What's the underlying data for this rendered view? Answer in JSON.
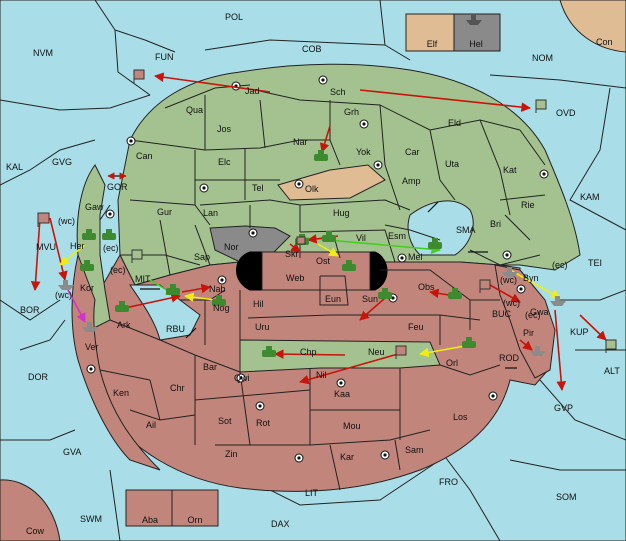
{
  "colors": {
    "sea": "#a9dde7",
    "green": "#a3c28f",
    "red": "#c2857c",
    "tan": "#e0bc95",
    "grey": "#8a8a8a",
    "line": "#222222",
    "arrow_red": "#c8140a",
    "arrow_yellow": "#f0ee10",
    "arrow_green": "#41d020",
    "arrow_pink": "#d233c8",
    "unit_green": "#3e8a2e",
    "unit_red": "#a86060",
    "unit_grey": "#8b8b8b"
  },
  "legend": {
    "elf": "Elf",
    "hel": "Hel",
    "aba": "Aba",
    "orn": "Orn"
  },
  "regions": [
    {
      "id": "pol",
      "label": "POL"
    },
    {
      "id": "nvm",
      "label": "NVM"
    },
    {
      "id": "fun",
      "label": "FUN"
    },
    {
      "id": "cob",
      "label": "COB"
    },
    {
      "id": "nom",
      "label": "NOM"
    },
    {
      "id": "con",
      "label": "Con"
    },
    {
      "id": "ovd",
      "label": "OVD"
    },
    {
      "id": "kal",
      "label": "KAL"
    },
    {
      "id": "gvg",
      "label": "GVG"
    },
    {
      "id": "gor",
      "label": "GOR"
    },
    {
      "id": "kam",
      "label": "KAM"
    },
    {
      "id": "sma",
      "label": "SMA"
    },
    {
      "id": "tei",
      "label": "TEI"
    },
    {
      "id": "mit",
      "label": "MIT"
    },
    {
      "id": "rbu",
      "label": "RBU"
    },
    {
      "id": "bor",
      "label": "BOR"
    },
    {
      "id": "buc",
      "label": "BUC"
    },
    {
      "id": "kup",
      "label": "KUP"
    },
    {
      "id": "alt",
      "label": "ALT"
    },
    {
      "id": "dor",
      "label": "DOR"
    },
    {
      "id": "rod",
      "label": "ROD"
    },
    {
      "id": "gvp",
      "label": "GVP"
    },
    {
      "id": "gva",
      "label": "GVA"
    },
    {
      "id": "fro",
      "label": "FRO"
    },
    {
      "id": "som",
      "label": "SOM"
    },
    {
      "id": "lit",
      "label": "LIT"
    },
    {
      "id": "swm",
      "label": "SWM"
    },
    {
      "id": "dax",
      "label": "DAX"
    },
    {
      "id": "cow",
      "label": "Cow"
    },
    {
      "id": "jad",
      "label": "Jad"
    },
    {
      "id": "sch",
      "label": "Sch"
    },
    {
      "id": "qua",
      "label": "Qua"
    },
    {
      "id": "jos",
      "label": "Jos"
    },
    {
      "id": "grh",
      "label": "Grh"
    },
    {
      "id": "eld",
      "label": "Eld"
    },
    {
      "id": "can",
      "label": "Can"
    },
    {
      "id": "elc",
      "label": "Elc"
    },
    {
      "id": "nar",
      "label": "Nar"
    },
    {
      "id": "yok",
      "label": "Yok"
    },
    {
      "id": "car",
      "label": "Car"
    },
    {
      "id": "uta",
      "label": "Uta"
    },
    {
      "id": "kat",
      "label": "Kat"
    },
    {
      "id": "tel",
      "label": "Tel"
    },
    {
      "id": "olk",
      "label": "Olk"
    },
    {
      "id": "amp",
      "label": "Amp"
    },
    {
      "id": "gaw",
      "label": "Gaw"
    },
    {
      "id": "gur",
      "label": "Gur"
    },
    {
      "id": "lan",
      "label": "Lan"
    },
    {
      "id": "hug",
      "label": "Hug"
    },
    {
      "id": "rie",
      "label": "Rie"
    },
    {
      "id": "bri",
      "label": "Bri"
    },
    {
      "id": "esm",
      "label": "Esm"
    },
    {
      "id": "nor",
      "label": "Nor"
    },
    {
      "id": "skr",
      "label": "Skr"
    },
    {
      "id": "vil",
      "label": "Vil"
    },
    {
      "id": "her",
      "label": "Her"
    },
    {
      "id": "mvu",
      "label": "MVU"
    },
    {
      "id": "sap",
      "label": "Sap"
    },
    {
      "id": "ost",
      "label": "Ost"
    },
    {
      "id": "mel",
      "label": "Mel"
    },
    {
      "id": "byn",
      "label": "Byn"
    },
    {
      "id": "kor",
      "label": "Kor"
    },
    {
      "id": "web",
      "label": "Web"
    },
    {
      "id": "nab",
      "label": "Nab"
    },
    {
      "id": "obs",
      "label": "Obs"
    },
    {
      "id": "eun",
      "label": "Eun"
    },
    {
      "id": "sun",
      "label": "Sun"
    },
    {
      "id": "hil",
      "label": "Hil"
    },
    {
      "id": "gwa",
      "label": "Gwa"
    },
    {
      "id": "ark",
      "label": "Ark"
    },
    {
      "id": "nog",
      "label": "Nog"
    },
    {
      "id": "uru",
      "label": "Uru"
    },
    {
      "id": "feu",
      "label": "Feu"
    },
    {
      "id": "pir",
      "label": "Pir"
    },
    {
      "id": "ver",
      "label": "Ver"
    },
    {
      "id": "chp",
      "label": "Chp"
    },
    {
      "id": "neu",
      "label": "Neu"
    },
    {
      "id": "orl",
      "label": "Orl"
    },
    {
      "id": "bar",
      "label": "Bar"
    },
    {
      "id": "qwi",
      "label": "Qwi"
    },
    {
      "id": "nil",
      "label": "Nil"
    },
    {
      "id": "ken",
      "label": "Ken"
    },
    {
      "id": "chr",
      "label": "Chr"
    },
    {
      "id": "kaa",
      "label": "Kaa"
    },
    {
      "id": "ail",
      "label": "Ail"
    },
    {
      "id": "sot",
      "label": "Sot"
    },
    {
      "id": "rot",
      "label": "Rot"
    },
    {
      "id": "mou",
      "label": "Mou"
    },
    {
      "id": "los",
      "label": "Los"
    },
    {
      "id": "zin",
      "label": "Zin"
    },
    {
      "id": "kar",
      "label": "Kar"
    },
    {
      "id": "sam",
      "label": "Sam"
    }
  ],
  "coast_notes": [
    {
      "id": "mvu-wc",
      "label": "(wc)"
    },
    {
      "id": "her-ec",
      "label": "(ec)"
    },
    {
      "id": "kor-ec",
      "label": "(ec)"
    },
    {
      "id": "kor-wc",
      "label": "(wc)"
    },
    {
      "id": "byn-wc",
      "label": "(wc)"
    },
    {
      "id": "byn-ec",
      "label": "(ec)"
    },
    {
      "id": "gwa-wc",
      "label": "(wc)"
    },
    {
      "id": "gwa-ec",
      "label": "(ec)"
    }
  ]
}
